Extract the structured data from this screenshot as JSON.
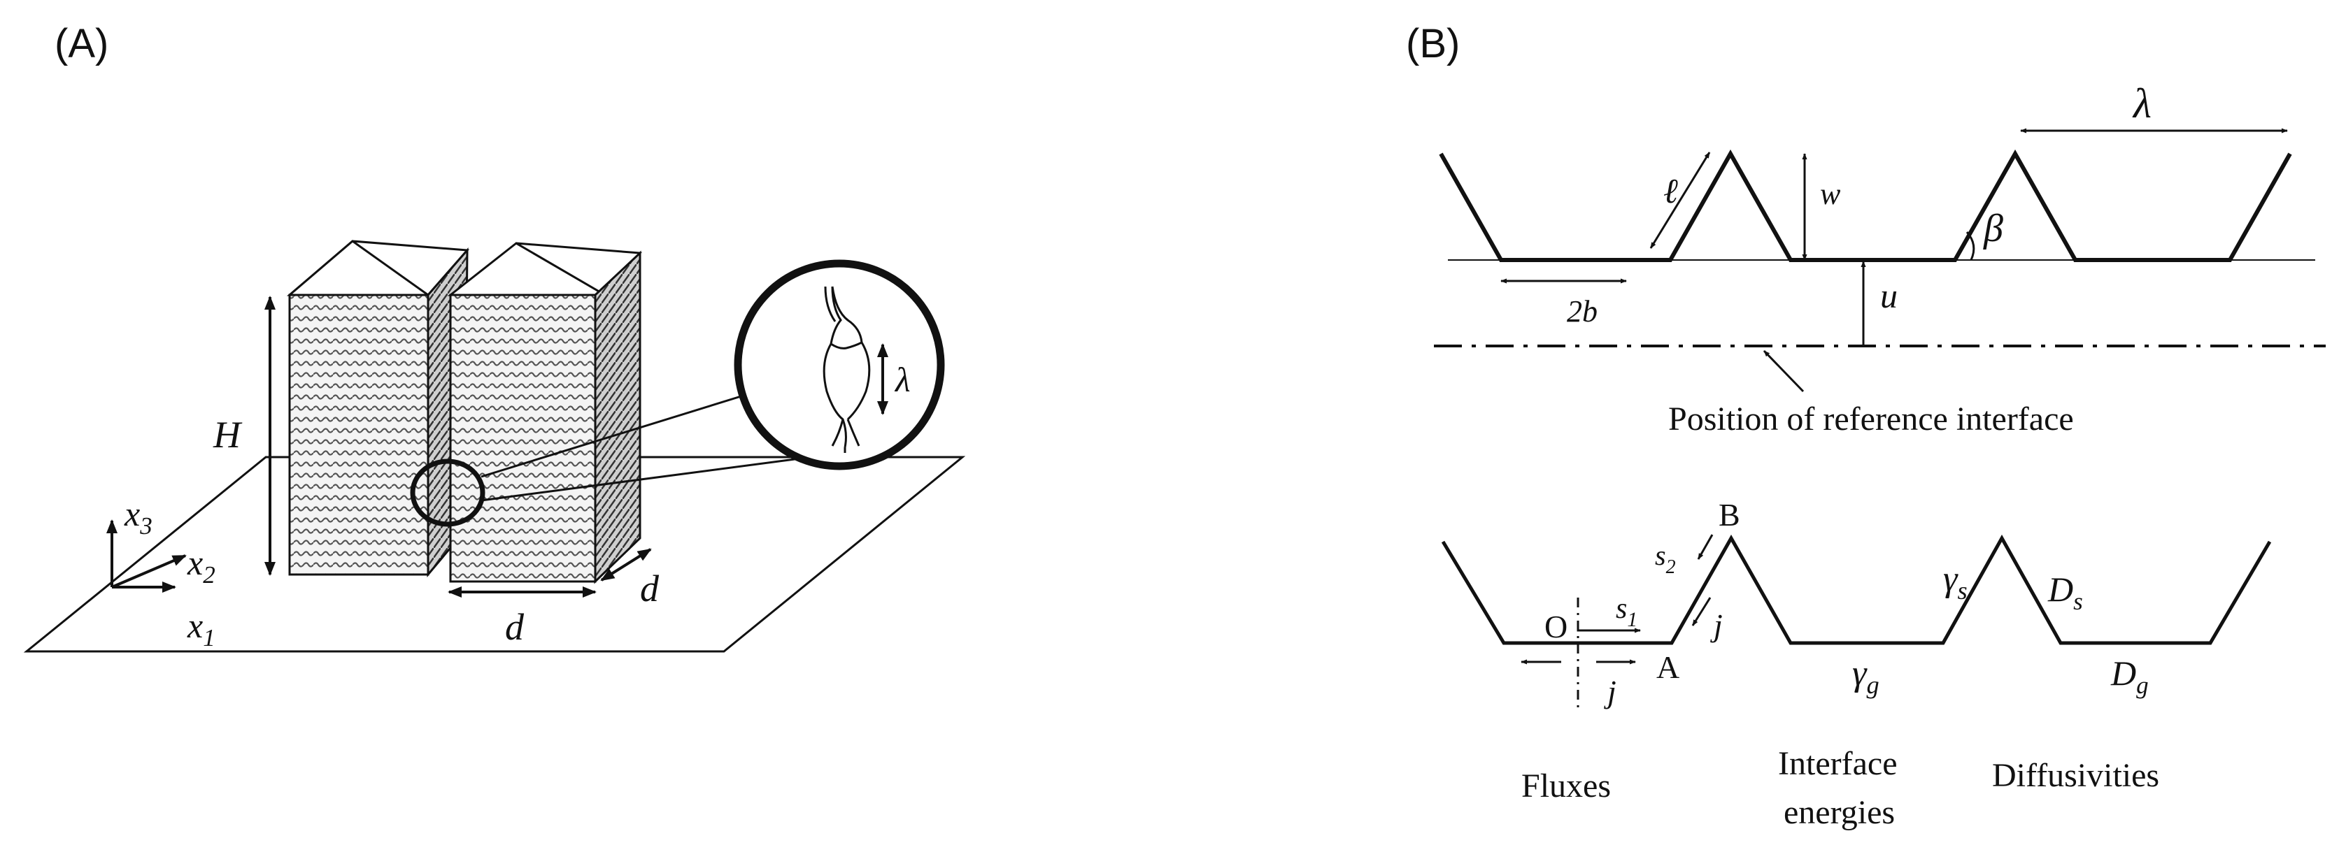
{
  "panel_a": {
    "label": "(A)",
    "height_symbol": "H",
    "axis_x3": "x3",
    "axis_x2": "x2",
    "axis_x1": "x1",
    "width_symbol": "d",
    "depth_symbol": "d",
    "inset_wavelength": "λ"
  },
  "panel_b": {
    "label": "(B)",
    "top": {
      "wavelength": "λ",
      "facet_length": "ℓ",
      "height": "w",
      "angle": "β",
      "flat_width": "2b",
      "displacement": "u",
      "reference_caption": "Position of reference interface"
    },
    "bottom": {
      "point_o": "O",
      "point_a": "A",
      "point_b": "B",
      "s1": "s1",
      "s2": "s2",
      "flux_j_facet": "j",
      "flux_j_flat": "j",
      "gamma_s": "γs",
      "gamma_g": "γg",
      "d_s": "Ds",
      "d_g": "Dg",
      "caption_fluxes": "Fluxes",
      "caption_interface_line1": "Interface",
      "caption_interface_line2": "energies",
      "caption_diffusivities": "Diffusivities"
    }
  }
}
